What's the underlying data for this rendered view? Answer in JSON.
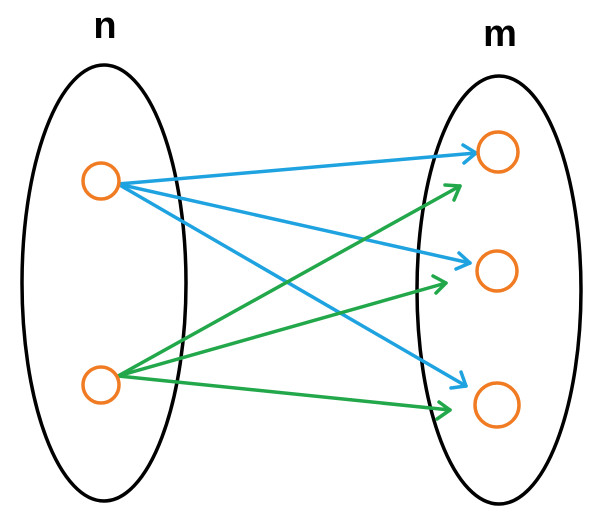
{
  "sets": {
    "left": {
      "label": "n"
    },
    "right": {
      "label": "m"
    }
  },
  "colors": {
    "outline": "#000000",
    "node": "#f07b22",
    "edge_from_top": "#1fa3e0",
    "edge_from_bottom": "#22a84a"
  },
  "nodes": {
    "left": [
      "n1",
      "n2"
    ],
    "right": [
      "m1",
      "m2",
      "m3"
    ]
  },
  "edges": [
    {
      "from": "n1",
      "to": "m1",
      "color": "edge_from_top"
    },
    {
      "from": "n1",
      "to": "m2",
      "color": "edge_from_top"
    },
    {
      "from": "n1",
      "to": "m3",
      "color": "edge_from_top"
    },
    {
      "from": "n2",
      "to": "m1",
      "color": "edge_from_bottom"
    },
    {
      "from": "n2",
      "to": "m2",
      "color": "edge_from_bottom"
    },
    {
      "from": "n2",
      "to": "m3",
      "color": "edge_from_bottom"
    }
  ]
}
